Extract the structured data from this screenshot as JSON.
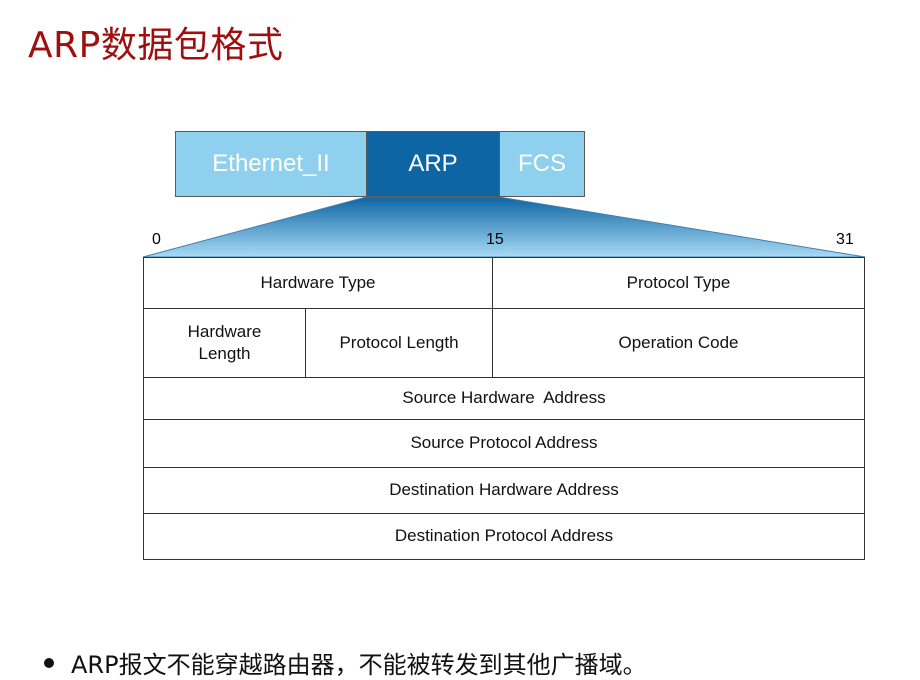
{
  "title": "ARP数据包格式",
  "frame": {
    "segments": [
      "Ethernet_II",
      "ARP",
      "FCS"
    ]
  },
  "bits": {
    "start": "0",
    "mid": "15",
    "end": "31"
  },
  "fields": {
    "hardware_type": "Hardware Type",
    "protocol_type": "Protocol Type",
    "hardware_length": "Hardware Length",
    "protocol_length": "Protocol Length",
    "operation_code": "Operation Code",
    "source_hardware_address": "Source Hardware  Address",
    "source_protocol_address": "Source Protocol Address",
    "destination_hardware_address": "Destination Hardware Address",
    "destination_protocol_address": "Destination Protocol Address"
  },
  "note": "ARP报文不能穿越路由器，不能被转发到其他广播域。",
  "colors": {
    "title": "#a00f0f",
    "frame_light": "#8fd0ee",
    "frame_dark": "#0d65a3",
    "fan_top": "#0d65a3",
    "fan_bottom": "#a9dbf5"
  }
}
